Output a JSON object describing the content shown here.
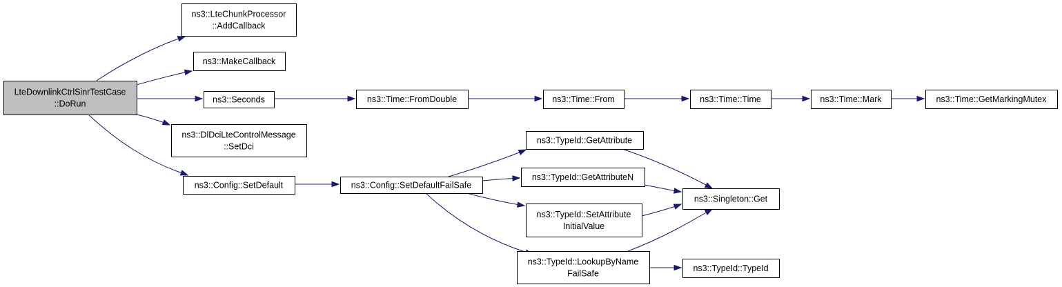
{
  "graph": {
    "nodes": [
      {
        "id": "root",
        "lines": [
          "LteDownlinkCtrlSinrTestCase",
          "::DoRun"
        ],
        "highlight": true
      },
      {
        "id": "addcb",
        "lines": [
          "ns3::LteChunkProcessor",
          "::AddCallback"
        ]
      },
      {
        "id": "makecb",
        "lines": [
          "ns3::MakeCallback"
        ]
      },
      {
        "id": "seconds",
        "lines": [
          "ns3::Seconds"
        ]
      },
      {
        "id": "dlsetdci",
        "lines": [
          "ns3::DlDciLteControlMessage",
          "::SetDci"
        ]
      },
      {
        "id": "setdefault",
        "lines": [
          "ns3::Config::SetDefault"
        ]
      },
      {
        "id": "fromdouble",
        "lines": [
          "ns3::Time::FromDouble"
        ]
      },
      {
        "id": "from",
        "lines": [
          "ns3::Time::From"
        ]
      },
      {
        "id": "time",
        "lines": [
          "ns3::Time::Time"
        ]
      },
      {
        "id": "mark",
        "lines": [
          "ns3::Time::Mark"
        ]
      },
      {
        "id": "mutex",
        "lines": [
          "ns3::Time::GetMarkingMutex"
        ]
      },
      {
        "id": "sdfs",
        "lines": [
          "ns3::Config::SetDefaultFailSafe"
        ]
      },
      {
        "id": "getattr",
        "lines": [
          "ns3::TypeId::GetAttribute"
        ]
      },
      {
        "id": "getattrn",
        "lines": [
          "ns3::TypeId::GetAttributeN"
        ]
      },
      {
        "id": "setattr",
        "lines": [
          "ns3::TypeId::SetAttribute",
          "InitialValue"
        ]
      },
      {
        "id": "lookup",
        "lines": [
          "ns3::TypeId::LookupByName",
          "FailSafe"
        ]
      },
      {
        "id": "singleton",
        "lines": [
          "ns3::Singleton::Get"
        ]
      },
      {
        "id": "typeid",
        "lines": [
          "ns3::TypeId::TypeId"
        ]
      }
    ],
    "edges": [
      {
        "from": "root",
        "to": "addcb"
      },
      {
        "from": "root",
        "to": "makecb"
      },
      {
        "from": "root",
        "to": "seconds"
      },
      {
        "from": "root",
        "to": "dlsetdci"
      },
      {
        "from": "root",
        "to": "setdefault"
      },
      {
        "from": "seconds",
        "to": "fromdouble"
      },
      {
        "from": "fromdouble",
        "to": "from"
      },
      {
        "from": "from",
        "to": "time"
      },
      {
        "from": "time",
        "to": "mark"
      },
      {
        "from": "mark",
        "to": "mutex"
      },
      {
        "from": "setdefault",
        "to": "sdfs"
      },
      {
        "from": "sdfs",
        "to": "getattr"
      },
      {
        "from": "sdfs",
        "to": "getattrn"
      },
      {
        "from": "sdfs",
        "to": "setattr"
      },
      {
        "from": "sdfs",
        "to": "lookup"
      },
      {
        "from": "getattr",
        "to": "singleton"
      },
      {
        "from": "getattrn",
        "to": "singleton"
      },
      {
        "from": "setattr",
        "to": "singleton"
      },
      {
        "from": "lookup",
        "to": "singleton"
      },
      {
        "from": "lookup",
        "to": "typeid"
      }
    ],
    "colors": {
      "edge": "#191970",
      "root_fill": "#bfbfbf",
      "node_fill": "#ffffff",
      "border": "#000000"
    }
  }
}
